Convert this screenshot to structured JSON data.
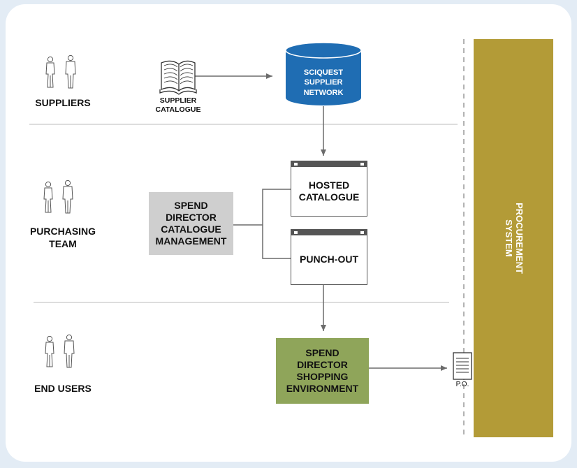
{
  "rows": {
    "suppliers": "SUPPLIERS",
    "purchasing_team_line1": "PURCHASING",
    "purchasing_team_line2": "TEAM",
    "end_users": "END USERS"
  },
  "supplier_catalogue": {
    "line1": "SUPPLIER",
    "line2": "CATALOGUE"
  },
  "sciquest": {
    "line1": "SCIQUEST",
    "line2": "SUPPLIER",
    "line3": "NETWORK"
  },
  "catalogue_mgmt": {
    "line1": "SPEND",
    "line2": "DIRECTOR",
    "line3": "CATALOGUE",
    "line4": "MANAGEMENT"
  },
  "hosted": {
    "line1": "HOSTED",
    "line2": "CATALOGUE"
  },
  "punchout": {
    "label": "PUNCH-OUT"
  },
  "shopping": {
    "line1": "SPEND",
    "line2": "DIRECTOR",
    "line3": "SHOPPING",
    "line4": "ENVIRONMENT"
  },
  "po": {
    "label": "P.O."
  },
  "procurement": {
    "line1": "PROCUREMENT",
    "line2": "SYSTEM"
  },
  "colors": {
    "background": "#e3ecf5",
    "network_blue": "#1f6db3",
    "catalogue_mgmt_grey": "#cfcfcf",
    "shopping_green": "#8fa55a",
    "procurement_gold": "#b39b37"
  },
  "icons": [
    "people-icon",
    "book-icon",
    "database-icon",
    "browser-window-icon",
    "document-icon"
  ]
}
